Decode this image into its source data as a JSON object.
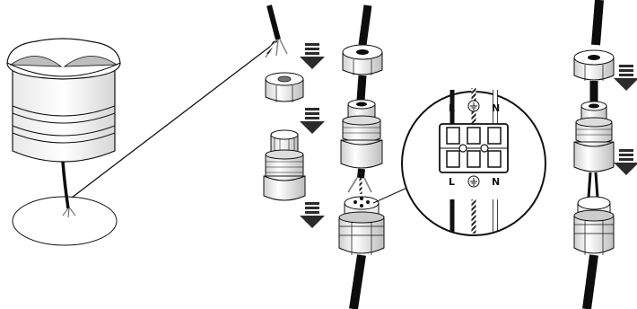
{
  "terminal": {
    "top_labels": {
      "live": "L",
      "neutral": "N"
    },
    "bottom_labels": {
      "live": "L",
      "neutral": "N"
    },
    "earth_symbol": "earth-ground-symbol"
  },
  "arrow_icon": "arrow-down-icon",
  "colors": {
    "line": "#111111",
    "cable": "#0d0d0d",
    "fitting_fill": "#ffffff",
    "fitting_shade": "#d9d9d9",
    "lamp_shade": "#bdbdbd",
    "wire_grey": "#9a9a9a",
    "arrow": "#2b2b2b"
  }
}
